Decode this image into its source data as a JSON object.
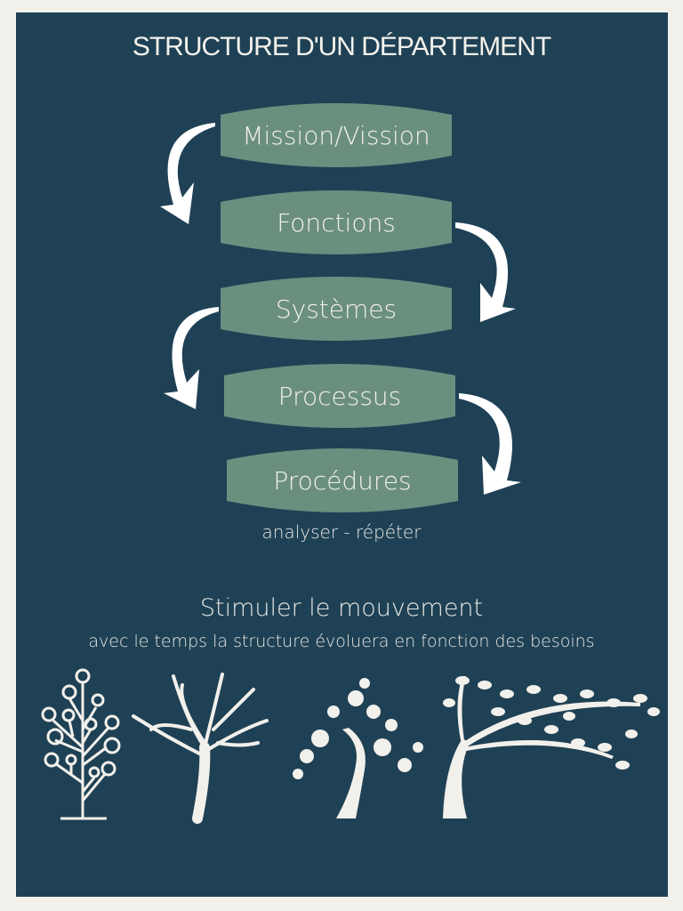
{
  "title": "STRUCTURE D'UN DÉPARTEMENT",
  "steps": [
    "Mission/Vission",
    "Fonctions",
    "Systèmes",
    "Processus",
    "Procédures"
  ],
  "caption": "analyser - répéter",
  "subtitle": "Stimuler le mouvement",
  "description": "avec le temps la structure évoluera en fonction des besoins",
  "colors": {
    "background": "#1f4155",
    "frame": "#f2f0eb",
    "box": "#6b8f7f",
    "text": "#f2f0eb"
  }
}
